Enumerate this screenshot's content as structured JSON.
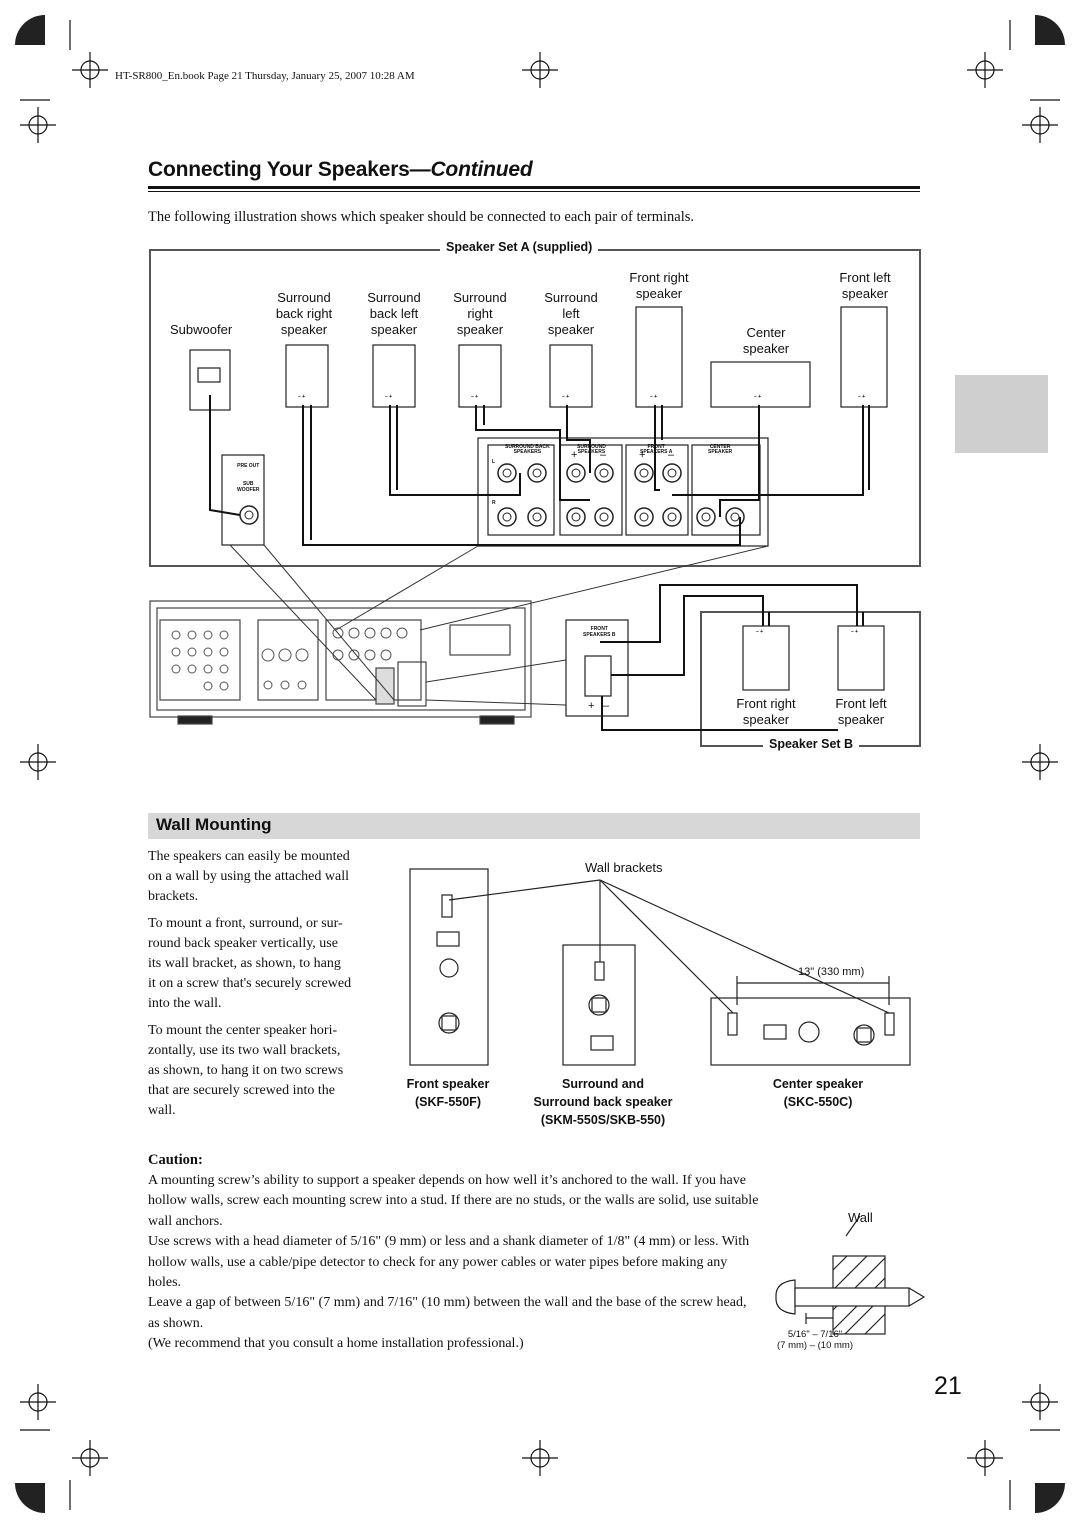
{
  "print_header": "HT-SR800_En.book  Page 21  Thursday, January 25, 2007  10:28 AM",
  "heading": {
    "main": "Connecting Your Speakers",
    "suffix": "—Continued"
  },
  "intro": "The following illustration shows which speaker should be connected to each pair of terminals.",
  "set_a": {
    "title": "Speaker Set A (supplied)",
    "subwoofer": "Subwoofer",
    "surround_back_right": [
      "Surround",
      "back right",
      "speaker"
    ],
    "surround_back_left": [
      "Surround",
      "back left",
      "speaker"
    ],
    "surround_right": [
      "Surround",
      "right",
      "speaker"
    ],
    "surround_left": [
      "Surround",
      "left",
      "speaker"
    ],
    "front_right": [
      "Front right",
      "speaker"
    ],
    "center": [
      "Center",
      "speaker"
    ],
    "front_left": [
      "Front left",
      "speaker"
    ],
    "polarity": "– +",
    "pre_out": [
      "PRE OUT",
      "SUB",
      "WOOFER"
    ],
    "terminal_groups": [
      [
        "SURROUND BACK",
        "SPEAKERS"
      ],
      [
        "SURROUND",
        "SPEAKERS"
      ],
      [
        "FRONT",
        "SPEAKERS A"
      ],
      [
        "CENTER",
        "SPEAKER"
      ]
    ],
    "row_left": "L",
    "row_right": "R",
    "plus": "+",
    "minus": "–"
  },
  "set_b": {
    "title": "Speaker Set B",
    "front_right": [
      "Front right",
      "speaker"
    ],
    "front_left": [
      "Front left",
      "speaker"
    ],
    "terminal_label": [
      "FRONT",
      "SPEAKERS B"
    ]
  },
  "wall_mounting": {
    "title": "Wall Mounting",
    "para1": [
      "The speakers can easily be mounted",
      "on a wall by using the attached wall",
      "brackets."
    ],
    "para2": [
      "To mount a front, surround, or sur-",
      "round back speaker vertically, use",
      "its wall bracket, as shown, to hang",
      "it on a screw that's securely screwed",
      "into the wall."
    ],
    "para3": [
      "To mount the center speaker hori-",
      "zontally, use its two wall brackets,",
      "as shown, to hang it on two screws",
      "that are securely screwed into the",
      "wall."
    ],
    "wall_brackets": "Wall brackets",
    "dimension": "13\" (330 mm)",
    "front_caption": [
      "Front speaker",
      "(SKF-550F)"
    ],
    "surround_caption": [
      "Surround and",
      "Surround back speaker",
      "(SKM-550S/SKB-550)"
    ],
    "center_caption": [
      "Center speaker",
      "(SKC-550C)"
    ]
  },
  "caution": {
    "heading": "Caution:",
    "paragraphs": [
      "A mounting screw’s ability to support a speaker depends on how well it’s anchored to the wall. If you have hollow walls, screw each mounting screw into a stud. If there are no studs, or the walls are solid, use suitable wall anchors.",
      "Use screws with a head diameter of 5/16\" (9 mm) or less and a shank diameter of 1/8\" (4 mm) or less. With hollow walls, use a cable/pipe detector to check for any power cables or water pipes before making any holes.",
      "Leave a gap of between 5/16\" (7 mm) and 7/16\" (10 mm) between the wall and the base of the screw head, as shown.",
      "(We recommend that you consult a home installation professional.)"
    ],
    "wall_label": "Wall",
    "gap_label": [
      "5/16\" – 7/16\"",
      "(7 mm) – (10 mm)"
    ]
  },
  "page_number": "21"
}
